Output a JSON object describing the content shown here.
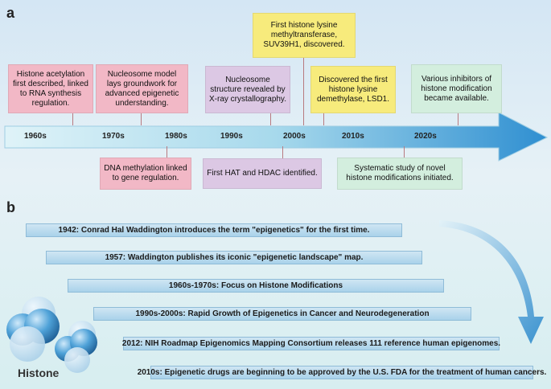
{
  "panel_a_label": "a",
  "panel_b_label": "b",
  "timeline": {
    "decades": [
      "1960s",
      "1970s",
      "1980s",
      "1990s",
      "2000s",
      "2010s",
      "2020s"
    ]
  },
  "events_above": [
    {
      "text": "Histone acetylation first described, linked to RNA synthesis regulation.",
      "color": "pink"
    },
    {
      "text": "Nucleosome model lays groundwork for advanced epigenetic understanding.",
      "color": "pink"
    },
    {
      "text": "Nucleosome structure revealed by X-ray crystallography.",
      "color": "purple"
    },
    {
      "text": "First histone lysine methyltransferase, SUV39H1, discovered.",
      "color": "yellow"
    },
    {
      "text": "Discovered the first histone lysine demethylase, LSD1.",
      "color": "yellow"
    },
    {
      "text": "Various inhibitors of histone modification became available.",
      "color": "green"
    }
  ],
  "events_below": [
    {
      "text": "DNA methylation linked to gene regulation.",
      "color": "pink"
    },
    {
      "text": "First HAT and HDAC identified.",
      "color": "purple"
    },
    {
      "text": "Systematic study of novel histone modifications initiated.",
      "color": "green"
    }
  ],
  "milestones": [
    "1942: Conrad Hal Waddington introduces the term \"epigenetics\" for the first time.",
    "1957: Waddington publishes its iconic \"epigenetic landscape\" map.",
    "1960s-1970s: Focus on Histone Modifications",
    "1990s-2000s: Rapid Growth of Epigenetics in Cancer and Neurodegeneration",
    "2012: NIH Roadmap Epigenomics Mapping Consortium releases 111 reference human epigenomes.",
    "2010s: Epigenetic drugs are beginning to be approved by the U.S. FDA for the treatment of human cancers."
  ],
  "histone_label": "Histone",
  "colors": {
    "pink": "#f2b8c6",
    "purple": "#dcc8e4",
    "yellow": "#f7eb7c",
    "green": "#d3eede",
    "arrow_start": "#d9f1f7",
    "arrow_end": "#2e8fd0",
    "sphere": "#3b8fc8"
  }
}
